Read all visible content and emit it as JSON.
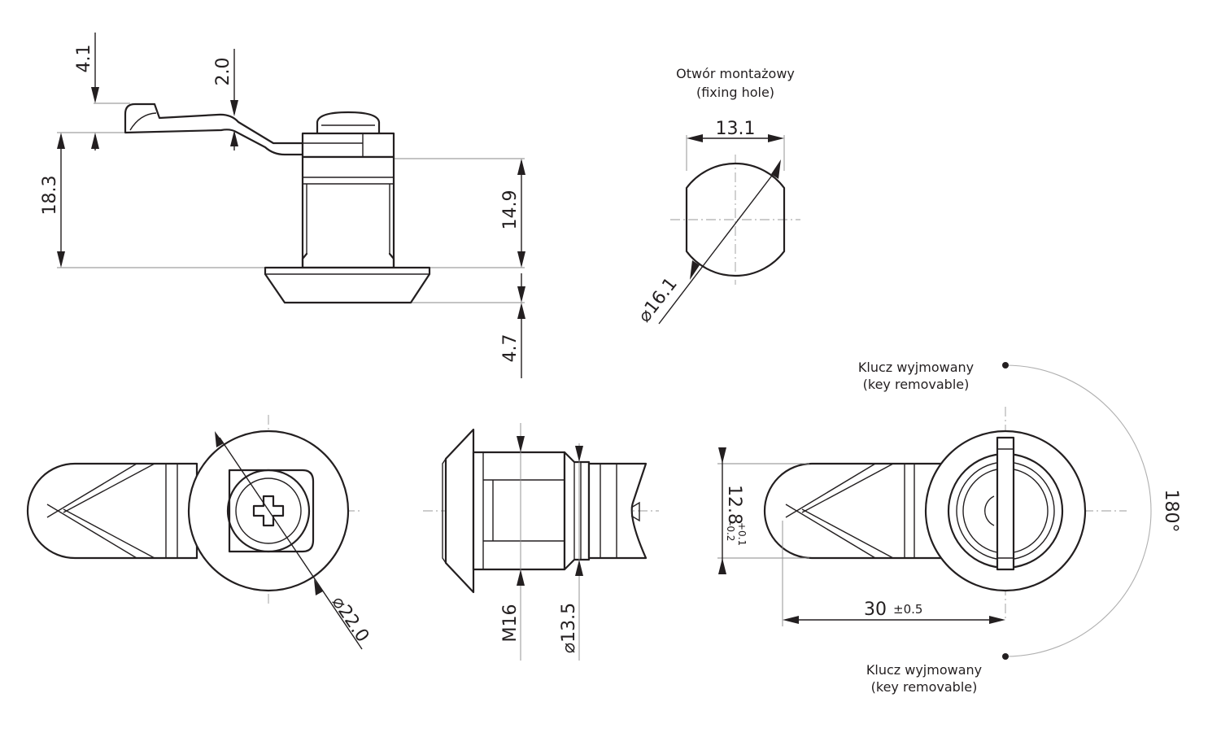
{
  "colors": {
    "line": "#231f20",
    "extension": "#8a8a8a",
    "background": "#ffffff"
  },
  "side_view": {
    "dim_overall_height": "18.3",
    "dim_cam_thickness": "4.1",
    "dim_cam_offset": "2.0",
    "dim_body_length": "14.9",
    "dim_flange": "4.7"
  },
  "fixing_hole": {
    "label_pl": "Otwór montażowy",
    "label_en": "(fixing hole)",
    "dim_width": "13.1",
    "dim_diameter": "16.1"
  },
  "front_view": {
    "dim_diameter": "22.0"
  },
  "body_view": {
    "dim_thread": "M16",
    "dim_diameter": "13.5"
  },
  "rear_view": {
    "key_top_pl": "Klucz wyjmowany",
    "key_top_en": "(key removable)",
    "key_bottom_pl": "Klucz wyjmowany",
    "key_bottom_en": "(key removable)",
    "dim_width": "12.8",
    "dim_width_tol_plus": "+0.1",
    "dim_width_tol_minus": "-0.2",
    "dim_length": "30",
    "dim_length_tol": "±0.5",
    "dim_angle": "180°"
  }
}
